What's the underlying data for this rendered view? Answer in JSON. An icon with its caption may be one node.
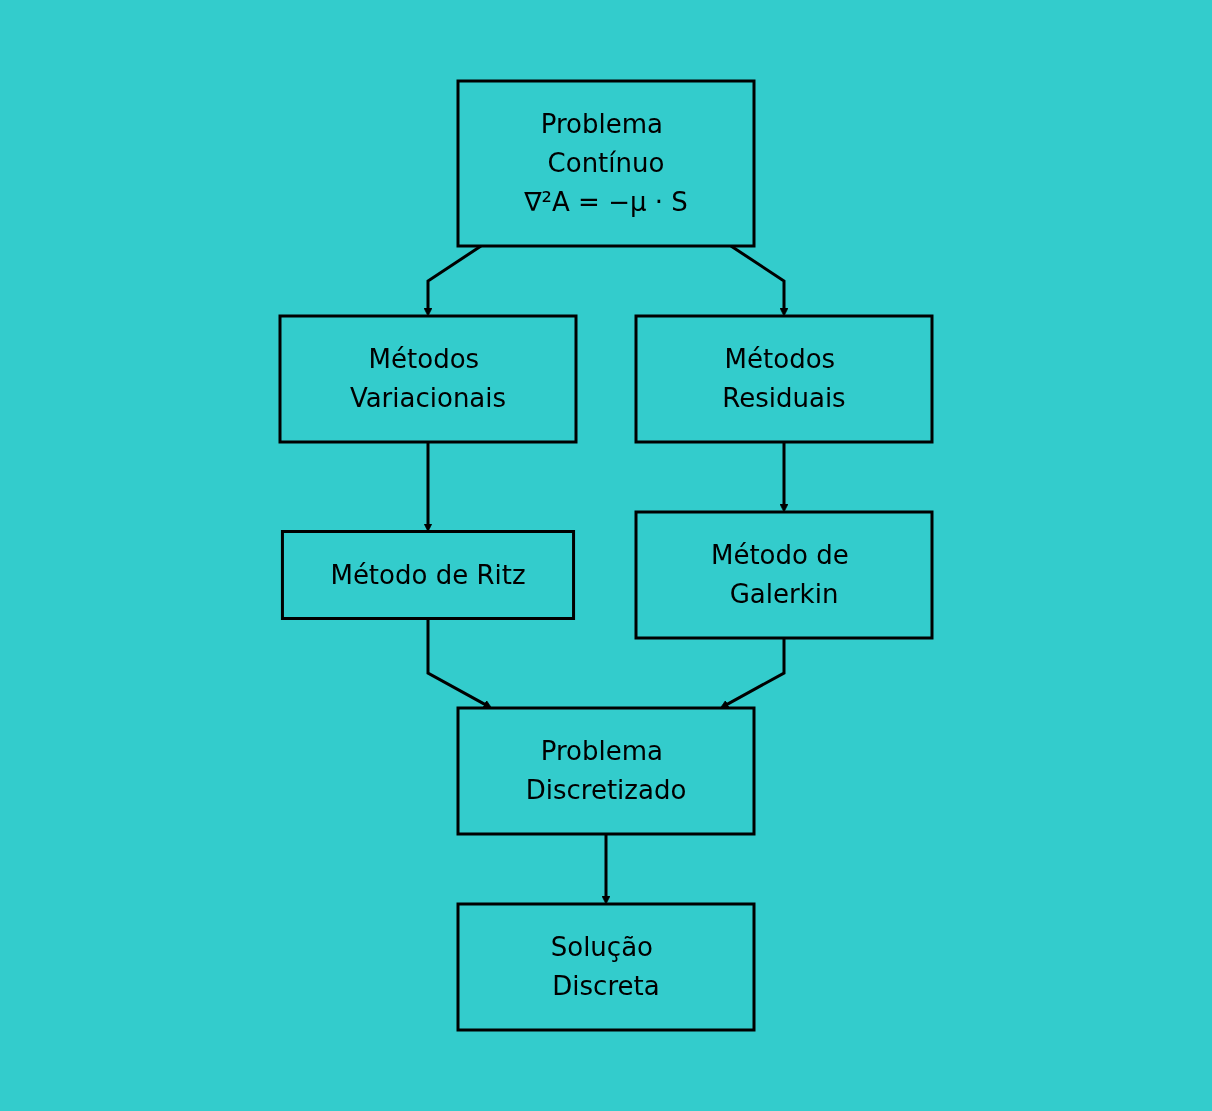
{
  "diagram": {
    "nodes": [
      {
        "text": [
          "Problema Contínuo",
          "∇²A = −μ · S"
        ]
      },
      {
        "text": [
          "Métodos Variacionais"
        ]
      },
      {
        "text": [
          "Métodos Residuais"
        ]
      },
      {
        "text": [
          "Método de Ritz"
        ]
      },
      {
        "text": [
          "Método de Galerkin"
        ]
      },
      {
        "text": [
          "Problema Discretizado"
        ]
      },
      {
        "text": [
          "Solução Discreta"
        ]
      }
    ],
    "edges": [
      {
        "from": 0,
        "to": 1,
        "arrow": "to"
      },
      {
        "from": 0,
        "to": 2,
        "arrow": "to"
      },
      {
        "from": 1,
        "to": 3,
        "arrow": "to"
      },
      {
        "from": 2,
        "to": 4,
        "arrow": "to"
      },
      {
        "from": 3,
        "to": 5,
        "arrow": "to"
      },
      {
        "from": 4,
        "to": 5,
        "arrow": "to"
      },
      {
        "from": 5,
        "to": 6,
        "arrow": "to"
      }
    ]
  }
}
